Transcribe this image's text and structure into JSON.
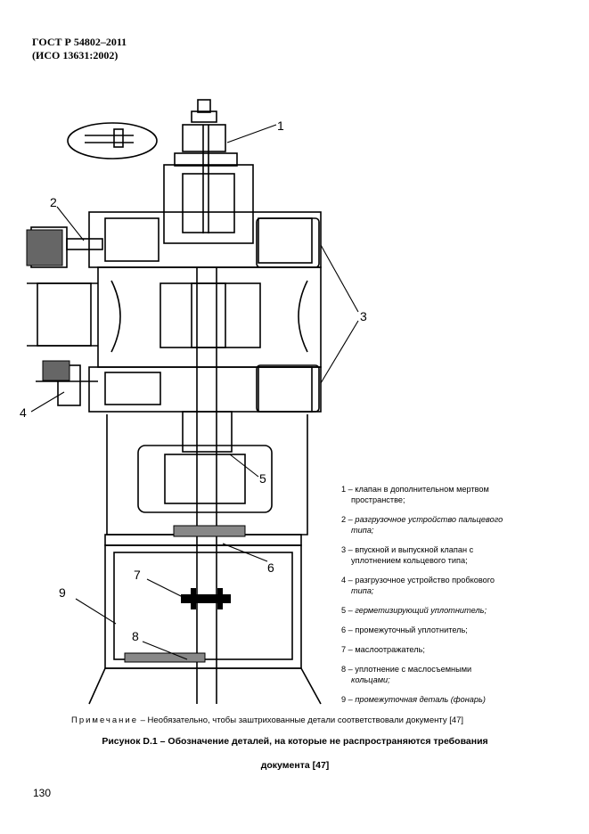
{
  "header": {
    "line1": "ГОСТ Р 54802–2011",
    "line2": "(ИСО 13631:2002)"
  },
  "callouts": [
    "1",
    "2",
    "3",
    "4",
    "5",
    "6",
    "7",
    "8",
    "9"
  ],
  "legend": [
    {
      "num": "1",
      "text": "клапан в дополнительном мертвом",
      "cont": "пространстве;"
    },
    {
      "num": "2",
      "text": "разгрузочное устройство пальцевого",
      "cont": "типа;"
    },
    {
      "num": "3",
      "text": "впускной и выпускной клапан с",
      "cont": "уплотнением кольцевого типа;"
    },
    {
      "num": "4",
      "text": "разгрузочное устройство пробкового",
      "cont": "типа;"
    },
    {
      "num": "5",
      "text": "герметизирующий уплотнитель;",
      "cont": ""
    },
    {
      "num": "6",
      "text": "промежуточный уплотнитель;",
      "cont": ""
    },
    {
      "num": "7",
      "text": "маслоотражатель;",
      "cont": ""
    },
    {
      "num": "8",
      "text": "уплотнение с маслосъемными",
      "cont": "кольцами;"
    },
    {
      "num": "9",
      "text": "промежуточная деталь (фонарь)",
      "cont": ""
    }
  ],
  "note": {
    "prefix": "Примечание",
    "text": " – Необязательно, чтобы заштрихованные детали соответствовали документу [47]"
  },
  "caption": {
    "line1": "Рисунок D.1 – Обозначение деталей, на которые не распространяются требования",
    "line2": "документа [47]"
  },
  "page_number": "130"
}
